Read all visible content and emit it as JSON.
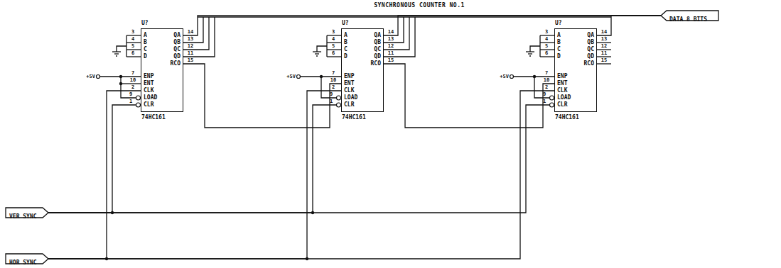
{
  "diagram": {
    "title": "SYNCHRONOUS COUNTER NO.1",
    "nodes": [
      {
        "text": [
          "U?",
          "A",
          "B",
          "C",
          "D",
          "QA",
          "QB",
          "QC",
          "QD",
          "RCO",
          "ENP",
          "ENT",
          "CLK",
          "LOAD",
          "CLR",
          "74HC161"
        ]
      },
      {
        "text": [
          "U?",
          "A",
          "B",
          "C",
          "D",
          "QA",
          "QB",
          "QC",
          "QD",
          "RCO",
          "ENP",
          "ENT",
          "CLK",
          "LOAD",
          "CLR",
          "74HC161"
        ]
      },
      {
        "text": [
          "U?",
          "A",
          "B",
          "C",
          "D",
          "QA",
          "QB",
          "QC",
          "QD",
          "RCO",
          "ENP",
          "ENT",
          "CLK",
          "LOAD",
          "CLR",
          "74HC161"
        ]
      },
      {
        "text": [
          "DATA 8 BITS"
        ]
      },
      {
        "text": [
          "VER SYNC"
        ]
      },
      {
        "text": [
          "HOR SYNC"
        ]
      }
    ],
    "edges": [
      {
        "from": 0,
        "to": 1,
        "arrow": "none"
      },
      {
        "from": 1,
        "to": 2,
        "arrow": "none"
      },
      {
        "from": 0,
        "to": 3,
        "arrow": "none"
      },
      {
        "from": 1,
        "to": 3,
        "arrow": "none"
      },
      {
        "from": 2,
        "to": 3,
        "arrow": "none"
      },
      {
        "from": 4,
        "to": 0,
        "arrow": "none"
      },
      {
        "from": 4,
        "to": 1,
        "arrow": "none"
      },
      {
        "from": 4,
        "to": 2,
        "arrow": "none"
      },
      {
        "from": 5,
        "to": 0,
        "arrow": "none"
      },
      {
        "from": 5,
        "to": 1,
        "arrow": "none"
      },
      {
        "from": 5,
        "to": 2,
        "arrow": "none"
      }
    ],
    "labels": [
      "+5V",
      "3",
      "4",
      "5",
      "6",
      "14",
      "13",
      "12",
      "11",
      "15",
      "7",
      "10",
      "2",
      "9",
      "1",
      "+5V",
      "3",
      "4",
      "5",
      "6",
      "14",
      "13",
      "12",
      "11",
      "15",
      "7",
      "10",
      "2",
      "9",
      "1",
      "+5V",
      "3",
      "4",
      "5",
      "6",
      "14",
      "13",
      "12",
      "11",
      "15",
      "7",
      "10",
      "2",
      "9",
      "1"
    ]
  }
}
